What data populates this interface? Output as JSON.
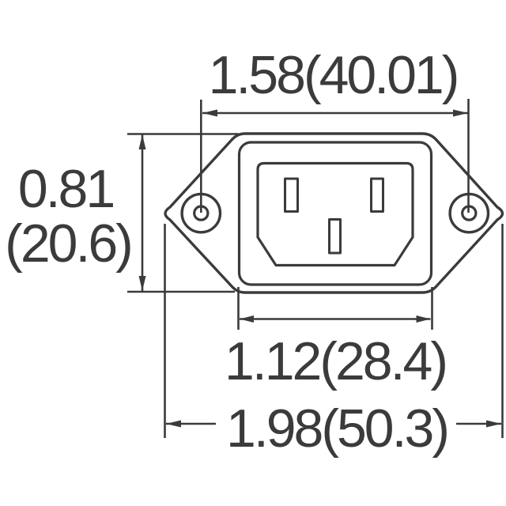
{
  "page": {
    "background": "#ffffff"
  },
  "drawing": {
    "line_color": "#3b3b3b",
    "dimensions": {
      "mounting_hole_spacing": {
        "label": "1.58(40.01)",
        "inch": "1.58",
        "mm": "40.01"
      },
      "flange_height": {
        "label_inch": "0.81",
        "label_mm": "(20.6)",
        "inch": "0.81",
        "mm": "20.6"
      },
      "body_width": {
        "label": "1.12(28.4)",
        "inch": "1.12",
        "mm": "28.4"
      },
      "overall_width": {
        "label": "1.98(50.3)",
        "inch": "1.98",
        "mm": "50.3"
      }
    }
  }
}
